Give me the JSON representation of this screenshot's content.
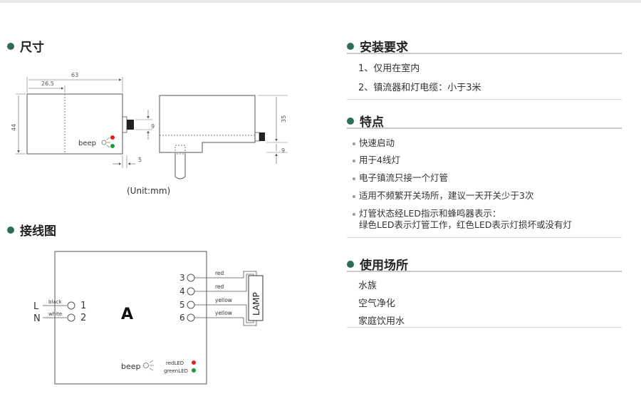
{
  "dimensions": {
    "title": "尺寸",
    "dim_63": "63",
    "dim_26_5": "26.5",
    "dim_44": "44",
    "dim_35": "35",
    "dim_9_top": "9",
    "dim_9_bottom": "9",
    "dim_5": "5",
    "beep": "beep",
    "unit": "(Unit:mm)"
  },
  "wiring": {
    "title": "接线图",
    "box_label": "A",
    "L": "L",
    "N": "N",
    "black": "black",
    "white": "white",
    "t1": "1",
    "t2": "2",
    "t3": "3",
    "t4": "4",
    "t5": "5",
    "t6": "6",
    "red1": "red",
    "red2": "red",
    "yellow1": "yellow",
    "yellow2": "yellow",
    "lamp": "LAMP",
    "beep": "beep",
    "red_led": "redLED",
    "green_led": "greenLED"
  },
  "install": {
    "title": "安装要求",
    "items": [
      "1、仅用在室内",
      "2、镇流器和灯电缆：小于3米"
    ]
  },
  "features": {
    "title": "特点",
    "items": [
      "快速启动",
      "用于4线灯",
      "电子镇流只接一个灯管",
      "适用不频繁开关场所，建议一天开关少于3次",
      "灯管状态经LED指示和蜂鸣器表示："
    ],
    "item5_line2": "绿色LED表示灯管工作，红色LED表示灯损坏或没有灯"
  },
  "usage": {
    "title": "使用场所",
    "items": [
      "水族",
      "空气净化",
      "家庭饮用水"
    ]
  },
  "colors": {
    "accent": "#2f6b5b",
    "led_red": "#e02020",
    "led_green": "#1f9a3a"
  }
}
